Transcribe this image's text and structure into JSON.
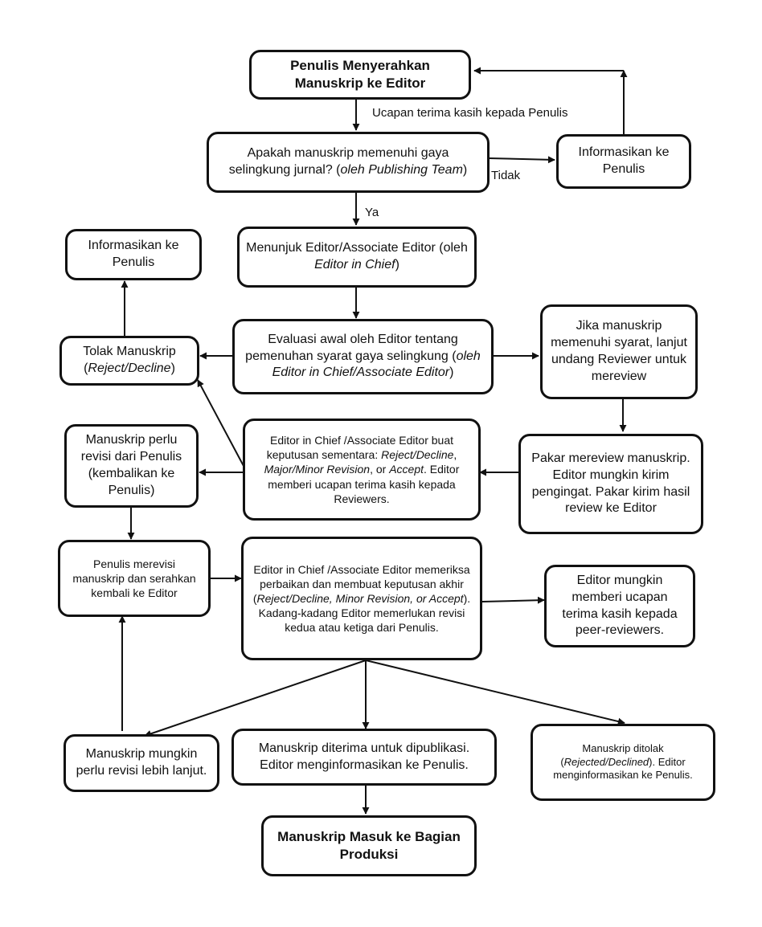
{
  "nodes": {
    "submit": {
      "text": "Penulis Menyerahkan Manuskrip ke Editor"
    },
    "style_check": {
      "text_before": "Apakah manuskrip memenuhi gaya selingkung jurnal? (",
      "text_italic": "oleh Publishing Team",
      "text_after": ")"
    },
    "inform_top": {
      "text": "Informasikan ke Penulis"
    },
    "assign": {
      "text_before": "Menunjuk Editor/Associate Editor (oleh ",
      "text_italic": "Editor in Chief",
      "text_after": ")"
    },
    "inform_left": {
      "text": "Informasikan ke Penulis"
    },
    "initial_eval": {
      "text_before": "Evaluasi awal oleh Editor tentang pemenuhan syarat gaya selingkung (",
      "text_italic": "oleh Editor in Chief/Associate Editor",
      "text_after": ")"
    },
    "invite_reviewer": {
      "text": "Jika manuskrip memenuhi syarat, lanjut undang Reviewer untuk mereview"
    },
    "reject": {
      "text_before": "Tolak Manuskrip (",
      "text_italic": "Reject/Decline",
      "text_after": ")"
    },
    "revise_needed": {
      "text": "Manuskrip perlu revisi dari Penulis (kembalikan ke Penulis)"
    },
    "temp_decision": {
      "p1": "Editor in Chief /Associate Editor buat keputusan sementara: ",
      "i1": "Reject/Decline",
      "p2": ", ",
      "i2": "Major/Minor Revision",
      "p3": ", or ",
      "i3": "Accept",
      "p4": ". Editor memberi ucapan terima kasih kepada Reviewers."
    },
    "expert_review": {
      "text": "Pakar mereview manuskrip. Editor mungkin kirim pengingat. Pakar kirim hasil review ke Editor"
    },
    "author_revise": {
      "text": "Penulis merevisi manuskrip dan serahkan kembali ke Editor"
    },
    "final_decision": {
      "p1": "Editor in Chief /Associate Editor memeriksa perbaikan dan membuat keputusan akhir (",
      "i1": "Reject/Decline, Minor Revision, or Accept",
      "p2": "). Kadang-kadang Editor memerlukan revisi kedua atau ketiga dari Penulis."
    },
    "thank_reviewers": {
      "text": "Editor mungkin memberi ucapan terima kasih kepada peer-reviewers."
    },
    "more_revision": {
      "text": "Manuskrip mungkin perlu revisi lebih lanjut."
    },
    "accepted": {
      "text": "Manuskrip diterima untuk dipublikasi. Editor menginformasikan ke Penulis."
    },
    "rejected": {
      "p1": "Manuskrip ditolak (",
      "i1": "Rejected/Declined",
      "p2": "). Editor menginformasikan ke Penulis."
    },
    "production": {
      "text": "Manuskrip Masuk ke Bagian Produksi"
    }
  },
  "edge_labels": {
    "thanks": "Ucapan terima kasih kepada Penulis",
    "no": "Tidak",
    "yes": "Ya"
  }
}
